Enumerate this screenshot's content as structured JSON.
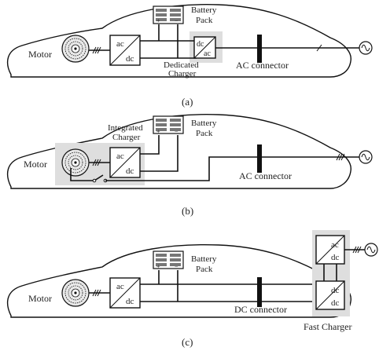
{
  "figure": {
    "panels": [
      {
        "caption": "(a)",
        "motor_label": "Motor",
        "battery_label_line1": "Battery",
        "battery_label_line2": "Pack",
        "converter_top": "ac",
        "converter_bottom": "dc",
        "charger_label_line1": "Dedicated",
        "charger_label_line2": "Charger",
        "charger_top": "dc",
        "charger_bottom": "ac",
        "connector_label": "AC connector",
        "battery_plus": "+",
        "battery_minus": "−"
      },
      {
        "caption": "(b)",
        "motor_label": "Motor",
        "battery_label_line1": "Battery",
        "battery_label_line2": "Pack",
        "integrated_label_line1": "Integrated",
        "integrated_label_line2": "Charger",
        "converter_top": "ac",
        "converter_bottom": "dc",
        "connector_label": "AC connector",
        "battery_plus": "+",
        "battery_minus": "−"
      },
      {
        "caption": "(c)",
        "motor_label": "Motor",
        "battery_label_line1": "Battery",
        "battery_label_line2": "Pack",
        "converter_top": "ac",
        "converter_bottom": "dc",
        "connector_label": "DC connector",
        "fast_top_top": "ac",
        "fast_top_bottom": "dc",
        "fast_bottom_top": "dc",
        "fast_bottom_bottom": "dc",
        "fast_label": "Fast Charger",
        "battery_plus": "+",
        "battery_minus": "−"
      }
    ]
  }
}
